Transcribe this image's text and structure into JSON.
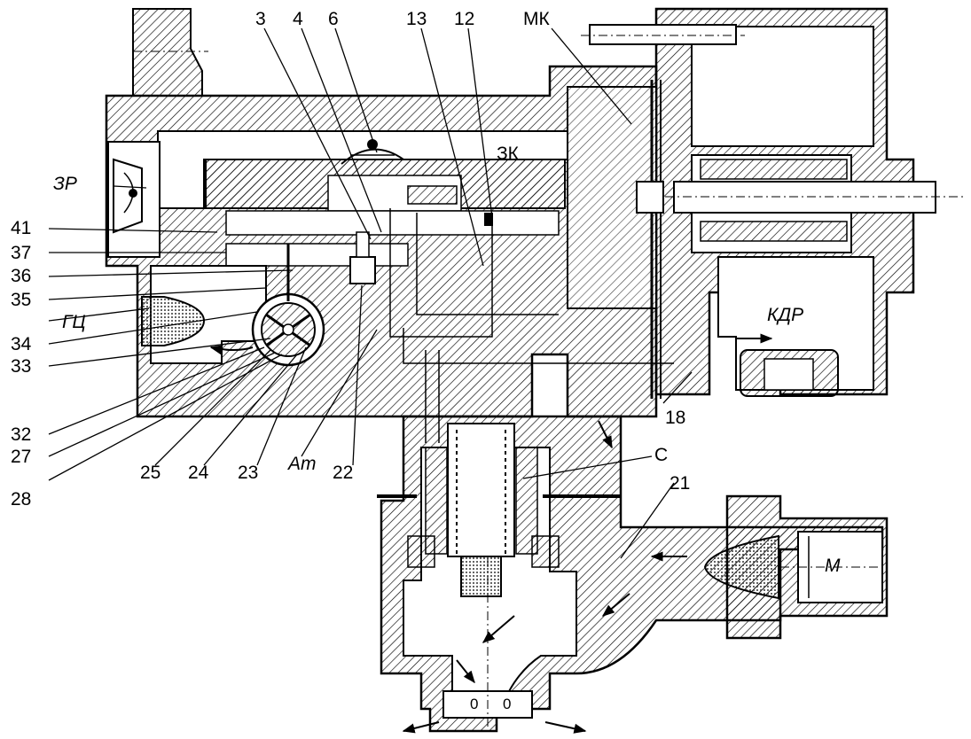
{
  "labels": {
    "n3": "3",
    "n4": "4",
    "n6": "6",
    "n13": "13",
    "n12": "12",
    "mk": "МК",
    "zk": "ЗК",
    "zr": "ЗР",
    "n41": "41",
    "n37": "37",
    "n36": "36",
    "n35": "35",
    "gc": "ГЦ",
    "n34": "34",
    "n33": "33",
    "n32": "32",
    "n27": "27",
    "n28": "28",
    "n25": "25",
    "n24": "24",
    "n23": "23",
    "at": "Ат",
    "n22": "22",
    "kdr": "КДР",
    "n18": "18",
    "c": "С",
    "n21": "21",
    "m": "М",
    "zero_left": "0",
    "zero_right": "0"
  },
  "colors": {
    "ink": "#000000",
    "paper": "#ffffff",
    "filter_dots": "#333333"
  }
}
